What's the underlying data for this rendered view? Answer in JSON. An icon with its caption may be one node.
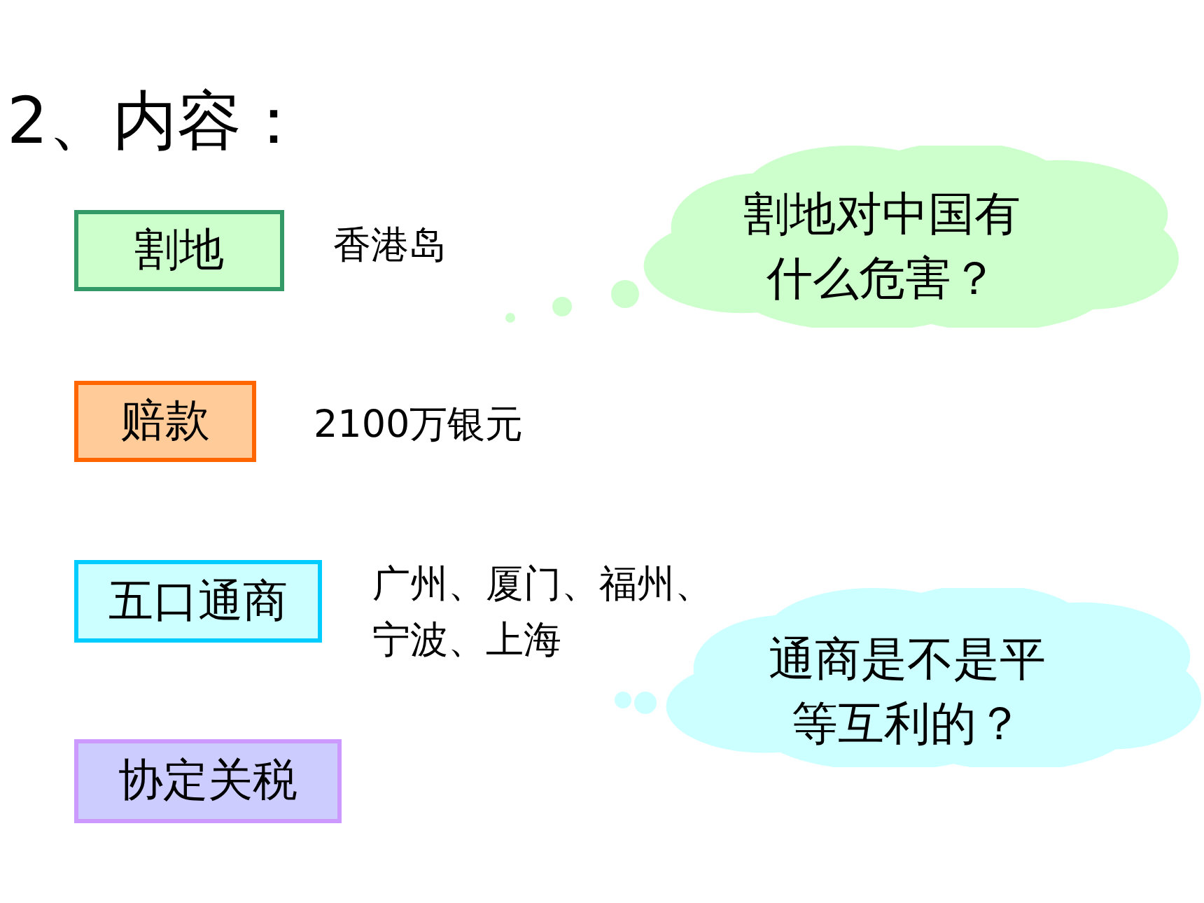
{
  "diagram": {
    "title": "2、内容：",
    "nodes": [
      {
        "text": [
          "割地"
        ],
        "beside": [
          "香港岛"
        ]
      },
      {
        "text": [
          "赔款"
        ],
        "beside": [
          "2100万银元"
        ]
      },
      {
        "text": [
          "五口通商"
        ]
      },
      {
        "text": [
          "协定关税"
        ]
      },
      {
        "text": [
          "割地对中国有什么危害？"
        ]
      },
      {
        "text": [
          "通商是不是平等互利的？"
        ]
      }
    ],
    "labels": [
      "广州、厦门、福州、宁波、上海"
    ]
  }
}
